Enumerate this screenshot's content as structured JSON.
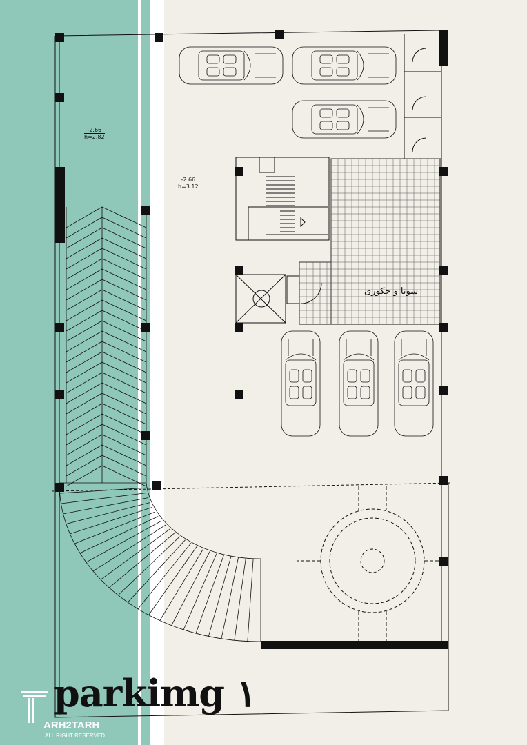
{
  "title": "parkimg ۱",
  "logo": {
    "brand": "ARH2TARH",
    "rights": "ALL RIGHT RESERVED"
  },
  "room_label": "سونا و جکوزی",
  "levels": [
    {
      "elevation": "-2.66",
      "height": "h=2.82"
    },
    {
      "elevation": "-2.66",
      "height": "h=3.12"
    }
  ],
  "colors": {
    "teal": "#8fc7b8",
    "beige": "#f2efe8",
    "ink": "#111111"
  }
}
